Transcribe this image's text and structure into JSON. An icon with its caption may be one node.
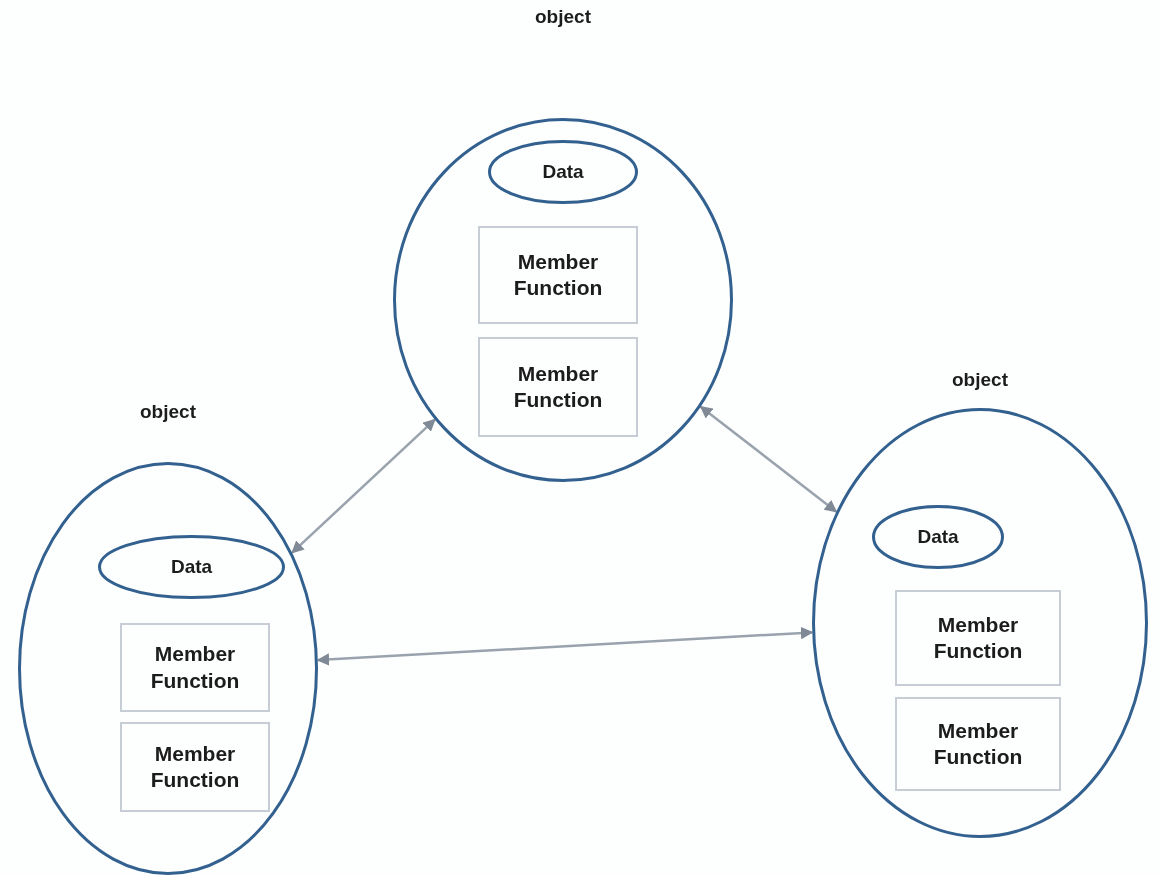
{
  "diagram": {
    "nodes": [
      {
        "text": [
          "object"
        ]
      },
      {
        "text": [
          "Data"
        ],
        "in": 0
      },
      {
        "text": [
          "Member Function"
        ],
        "in": 0
      },
      {
        "text": [
          "Member Function"
        ],
        "in": 0
      },
      {
        "text": [
          "object"
        ]
      },
      {
        "text": [
          "Data"
        ],
        "in": 4
      },
      {
        "text": [
          "Member Function"
        ],
        "in": 4
      },
      {
        "text": [
          "Member Function"
        ],
        "in": 4
      },
      {
        "text": [
          "object"
        ]
      },
      {
        "text": [
          "Data"
        ],
        "in": 8
      },
      {
        "text": [
          "Member Function"
        ],
        "in": 8
      },
      {
        "text": [
          "Member Function"
        ],
        "in": 8
      }
    ],
    "edges": [
      {
        "from": 4,
        "to": 0,
        "arrow": "both"
      },
      {
        "from": 0,
        "to": 8,
        "arrow": "both"
      },
      {
        "from": 4,
        "to": 8,
        "arrow": "both"
      }
    ]
  }
}
